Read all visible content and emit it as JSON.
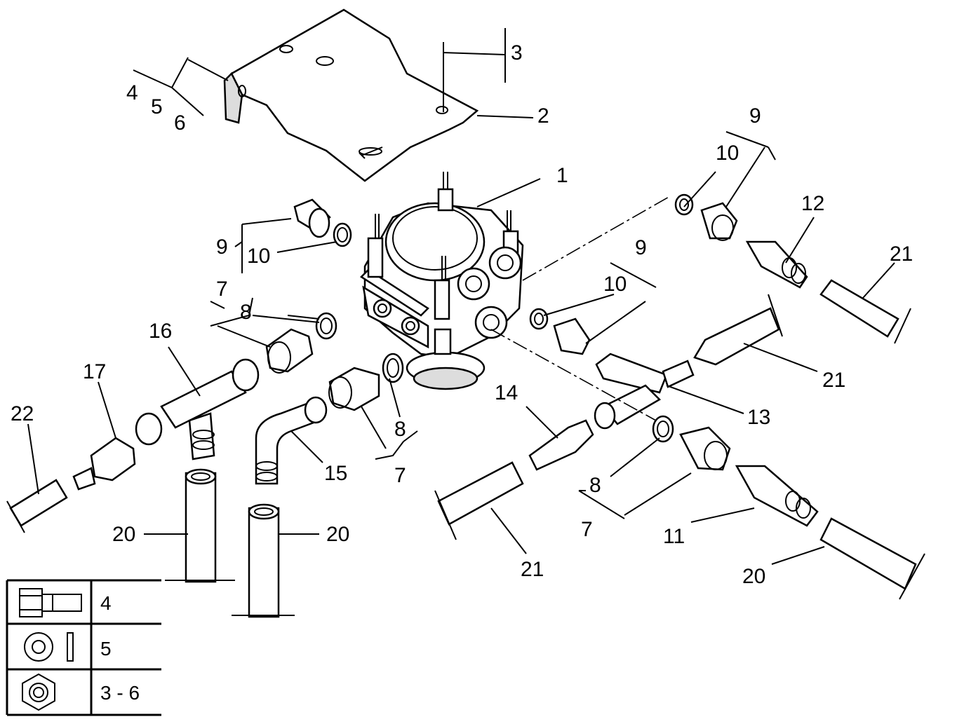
{
  "labels": {
    "l1": "1",
    "l2": "2",
    "l3": "3",
    "l4": "4",
    "l5": "5",
    "l6": "6",
    "l9a": "9",
    "l10a": "10",
    "l9b": "9",
    "l10b": "10",
    "l9c": "9",
    "l10c": "10",
    "l12": "12",
    "l21a": "21",
    "l21b": "21",
    "l21c": "21",
    "l7a": "7",
    "l8a": "8",
    "l8b": "8",
    "l7b": "7",
    "l16": "16",
    "l17": "17",
    "l22": "22",
    "l15": "15",
    "l14": "14",
    "l13": "13",
    "l8c": "8",
    "l7c": "7",
    "l11": "11",
    "l20a": "20",
    "l20b": "20",
    "l20c": "20"
  },
  "legend": {
    "rows": [
      {
        "icon": "bolt-icon",
        "value": "4"
      },
      {
        "icon": "washer-icon",
        "value": "5"
      },
      {
        "icon": "nut-icon",
        "value": "3 - 6"
      }
    ]
  }
}
